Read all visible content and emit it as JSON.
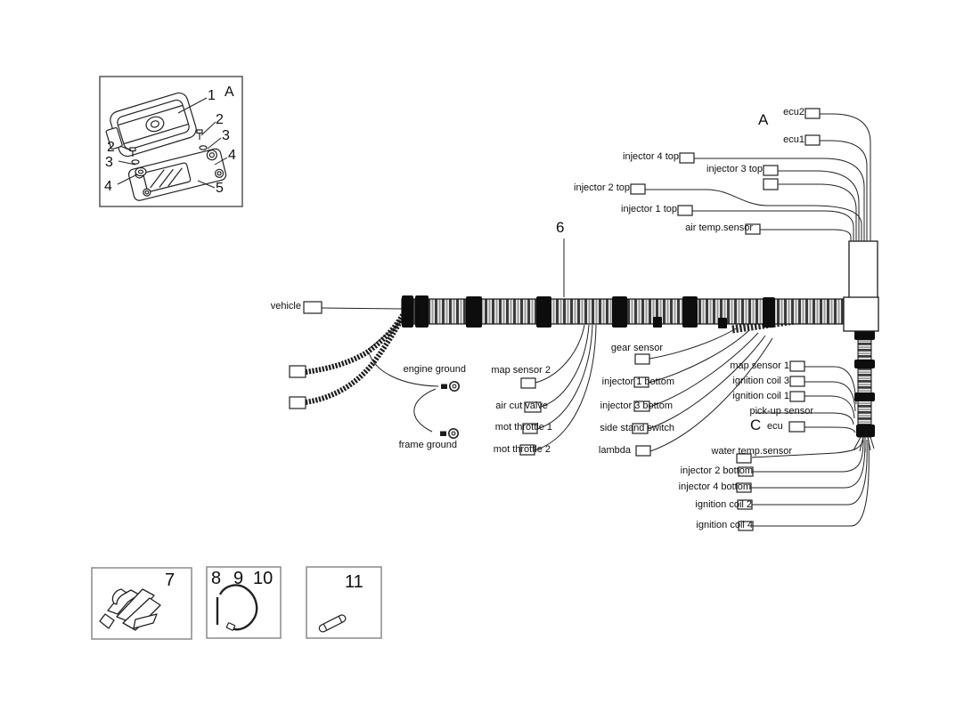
{
  "colors": {
    "ink": "#1b1b1b",
    "background": "#ffffff",
    "part_box_border": "#8a8a8a"
  },
  "harness_labels": {
    "vehicle": "vehicle",
    "engine_ground": "engine ground",
    "frame_ground": "frame ground",
    "ecu2": "ecu2",
    "ecu1": "ecu1",
    "injector4_top": "injector 4 top",
    "injector3_top": "injector 3 top",
    "injector2_top": "injector 2 top",
    "injector1_top": "injector 1 top",
    "air_temp_sensor": "air temp.sensor",
    "map_sensor2": "map sensor 2",
    "air_cut_valve": "air cut valve",
    "mot_throttle1": "mot throttle 1",
    "mot_throttle2": "mot throttle 2",
    "gear_sensor": "gear sensor",
    "injector1_bottom": "injector 1 bottom",
    "injector3_bottom": "injector 3 bottom",
    "side_stand_switch": "side stand switch",
    "lambda": "lambda",
    "map_sensor1": "map sensor 1",
    "ignition_coil3": "ignition coil 3",
    "ignition_coil1": "ignition coil 1",
    "pickup_sensor": "pick-up sensor",
    "ecu": "ecu",
    "water_temp_sensor": "water temp.sensor",
    "injector2_bottom": "injector 2 bottom",
    "injector4_bottom": "injector 4 bottom",
    "ignition_coil2": "ignition coil 2",
    "ignition_coil4": "ignition coil 4"
  },
  "callouts": {
    "n1": "1",
    "n2": "2",
    "n3": "3",
    "n4": "4",
    "n5": "5",
    "n6": "6",
    "n7": "7",
    "n8": "8",
    "n9": "9",
    "n10": "10",
    "n11": "11",
    "letter_a": "A",
    "letter_c": "C"
  }
}
